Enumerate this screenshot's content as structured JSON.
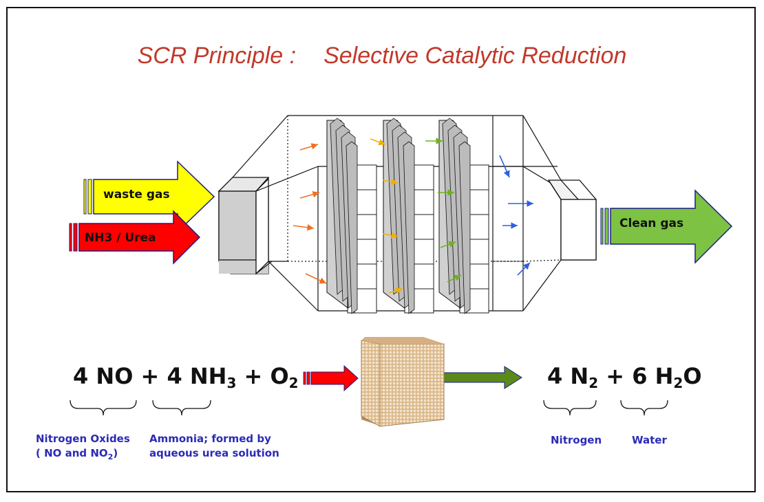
{
  "title": {
    "left": "SCR Principle :",
    "right": "Selective Catalytic Reduction"
  },
  "inputs": {
    "waste_gas": "waste gas",
    "nh3_urea": "NH3 / Urea"
  },
  "output": {
    "clean_gas": "Clean gas"
  },
  "equation": {
    "left_terms": [
      "4 NO",
      "4 NH",
      "3",
      "O",
      "2"
    ],
    "plus": "+",
    "right_terms": [
      "4 N",
      "2",
      "6 H",
      "2",
      "O"
    ]
  },
  "labels": {
    "nitrogen_oxides": "Nitrogen Oxides",
    "no_and_no2_prefix": "( NO and NO",
    "no_and_no2_sub": "2",
    "no_and_no2_suffix": ")",
    "ammonia": "Ammonia;",
    "formed_by": " formed by",
    "aqueous": "aqueous urea solution",
    "nitrogen": "Nitrogen",
    "water": "Water"
  },
  "colors": {
    "title": "#c0392b",
    "waste_gas_arrow": "#ffff00",
    "nh3_arrow": "#ff0000",
    "clean_gas_arrow": "#7dc242",
    "label_blue": "#2a2ab8",
    "flow_orange": "#f07020",
    "flow_yellow": "#f0b000",
    "flow_green": "#70b020",
    "flow_blue": "#3060e0"
  },
  "icons": [
    "catalyst-honeycomb-icon",
    "red-arrow-icon",
    "green-arrow-icon"
  ]
}
